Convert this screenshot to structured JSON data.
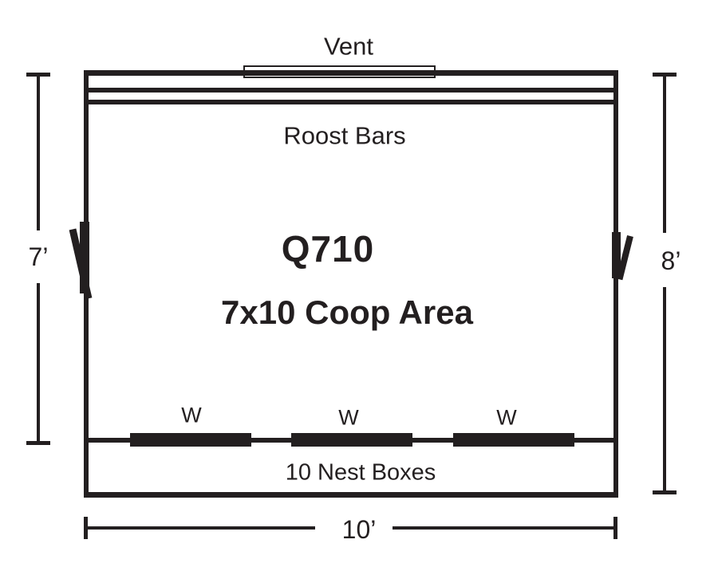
{
  "drawing": {
    "title": "Q710",
    "subtitle": "7x10 Coop Area",
    "model": "Q710"
  },
  "labels": {
    "vent": "Vent",
    "roost_bars": "Roost Bars",
    "nest_boxes": "10 Nest Boxes",
    "window_marker": "W"
  },
  "windows": [
    {
      "marker": "W"
    },
    {
      "marker": "W"
    },
    {
      "marker": "W"
    }
  ],
  "dimensions": {
    "left_height": "7’",
    "right_height": "8’",
    "bottom_width": "10’"
  },
  "colors": {
    "ink": "#231f20",
    "paper": "#ffffff"
  }
}
